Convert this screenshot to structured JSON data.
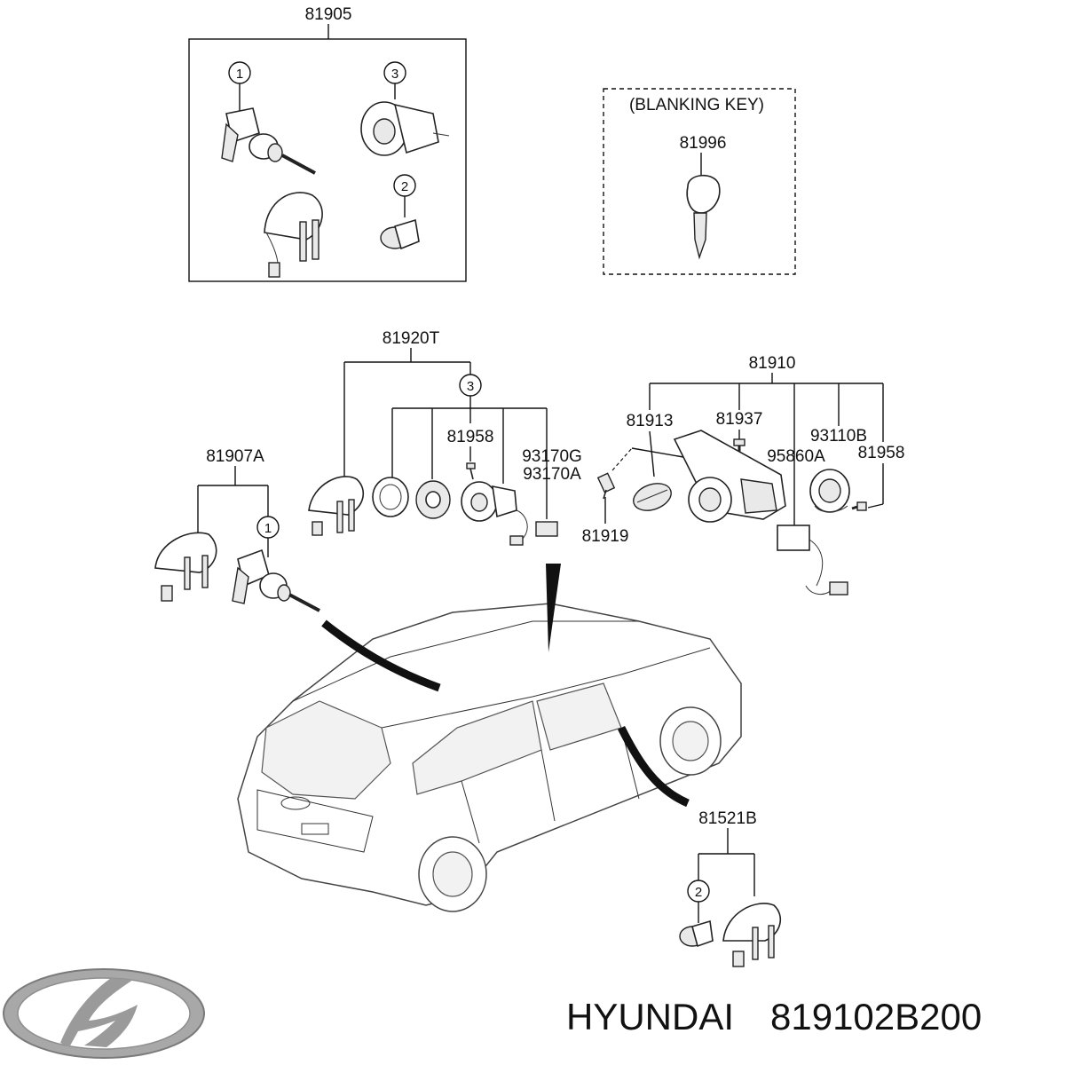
{
  "brand": {
    "name": "HYUNDAI",
    "part_number": "819102B200"
  },
  "groups": {
    "g81905": {
      "code": "81905",
      "circles": [
        "1",
        "3",
        "2"
      ]
    },
    "blanking": {
      "title": "(BLANKING KEY)",
      "code": "81996"
    },
    "g81920T": {
      "code": "81920T",
      "circle": "3",
      "sub": [
        "81958",
        "93170G",
        "93170A"
      ]
    },
    "g81907A": {
      "code": "81907A",
      "circle": "1"
    },
    "g81910": {
      "code": "81910",
      "sub": [
        "81913",
        "81937",
        "93110B",
        "95860A",
        "81958",
        "81919"
      ]
    },
    "g81521B": {
      "code": "81521B",
      "circle": "2"
    }
  },
  "icons": {
    "logo": "hyundai-logo",
    "car": "suv-vehicle"
  },
  "colors": {
    "ink": "#111111",
    "logo": "#9a9a9a"
  }
}
